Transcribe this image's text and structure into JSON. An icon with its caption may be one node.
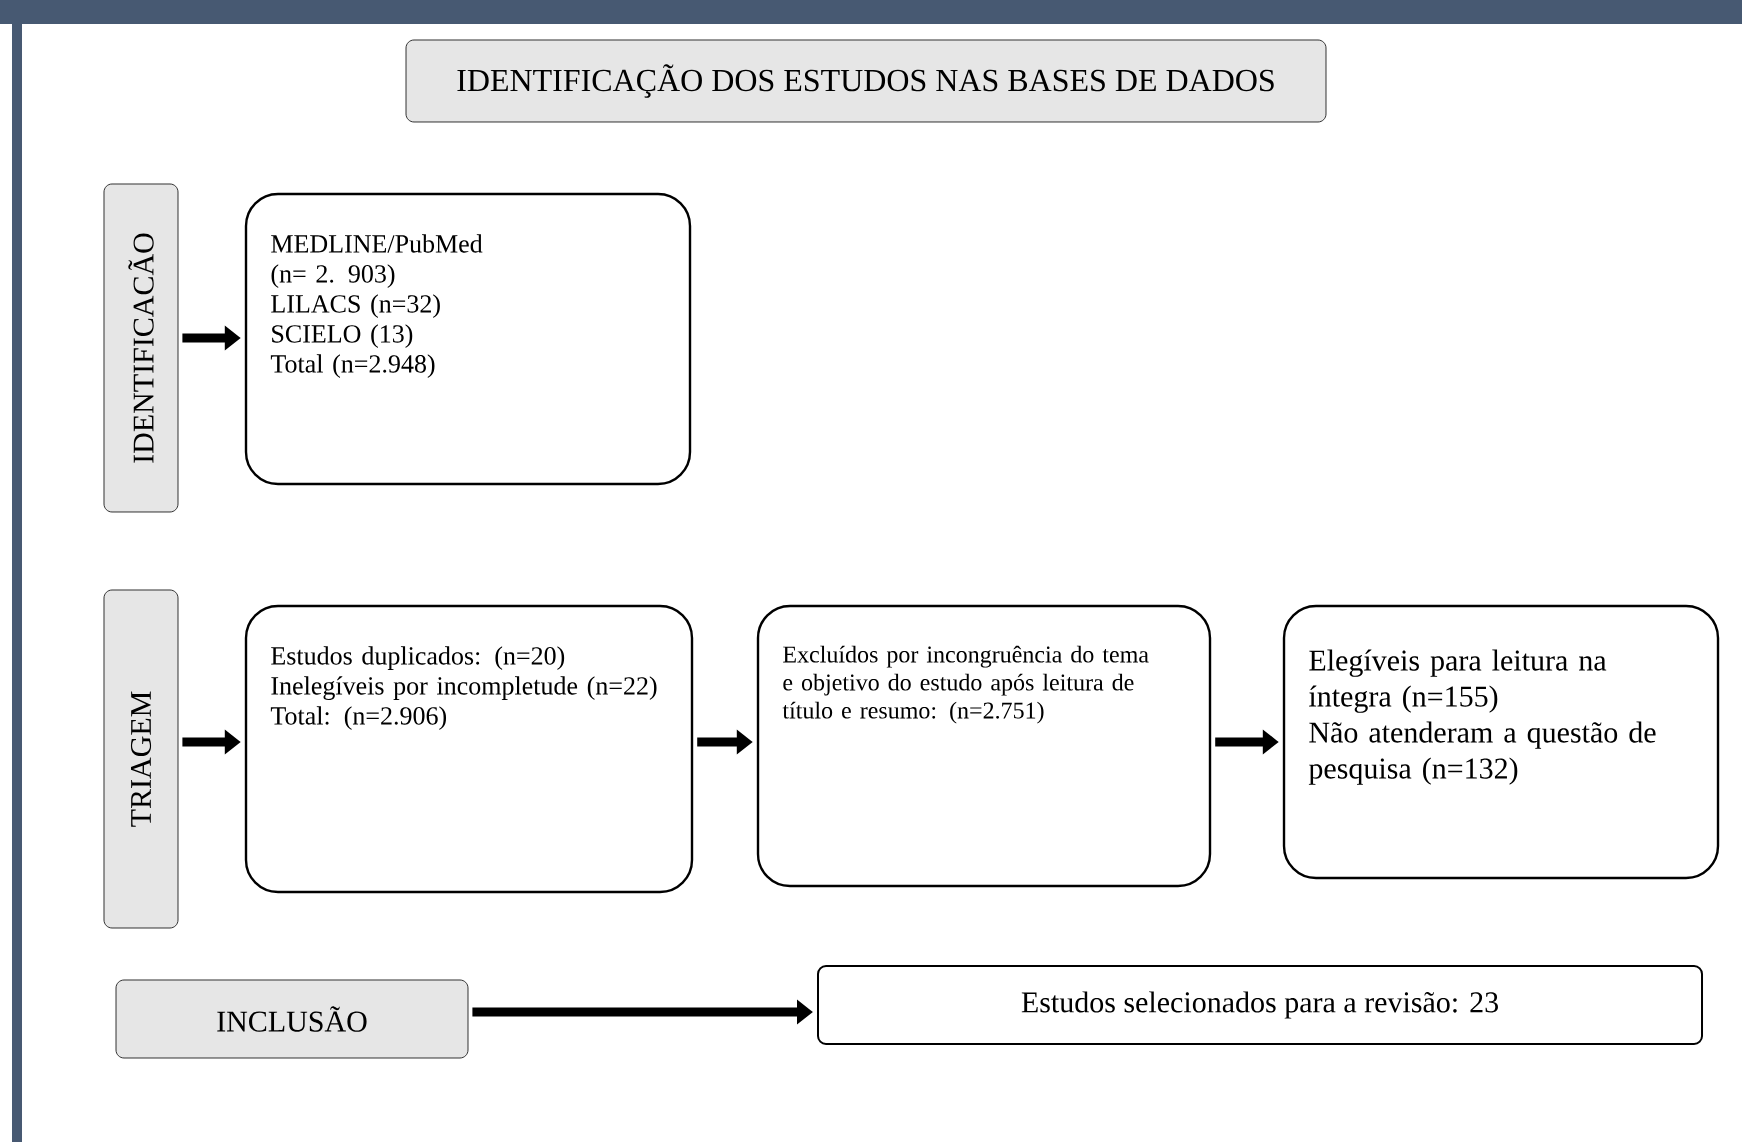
{
  "diagram": {
    "title": "IDENTIFICAÇÃO DOS ESTUDOS NAS BASES DE DADOS",
    "nodes": [
      {
        "text": [
          "IDENTIFICACÃO"
        ]
      },
      {
        "text": [
          "MEDLINE/PubMed",
          "(n= 2. 903)",
          "LILACS (n=32)",
          "SCIELO (13)",
          "Total (n=2.948)"
        ]
      },
      {
        "text": [
          "TRIAGEM"
        ]
      },
      {
        "text": [
          "Estudos duplicados: (n=20)",
          "Inelegíveis por incompletude (n=22)",
          "Total: (n=2.906)"
        ]
      },
      {
        "text": [
          "Excluídos por incongruência do tema e objetivo do estudo após leitura de título e resumo: (n=2.751)"
        ]
      },
      {
        "text": [
          "Elegíveis para leitura na íntegra (n=155)",
          "Não atenderam a questão de pesquisa (n=132)"
        ]
      },
      {
        "text": [
          "INCLUSÃO"
        ]
      },
      {
        "text": [
          "Estudos selecionados para a revisão: 23"
        ]
      }
    ],
    "edges": [
      {
        "from": 0,
        "to": 1,
        "arrow": "to"
      },
      {
        "from": 2,
        "to": 3,
        "arrow": "to"
      },
      {
        "from": 3,
        "to": 4,
        "arrow": "to"
      },
      {
        "from": 4,
        "to": 5,
        "arrow": "to"
      },
      {
        "from": 6,
        "to": 7,
        "arrow": "to"
      }
    ]
  }
}
